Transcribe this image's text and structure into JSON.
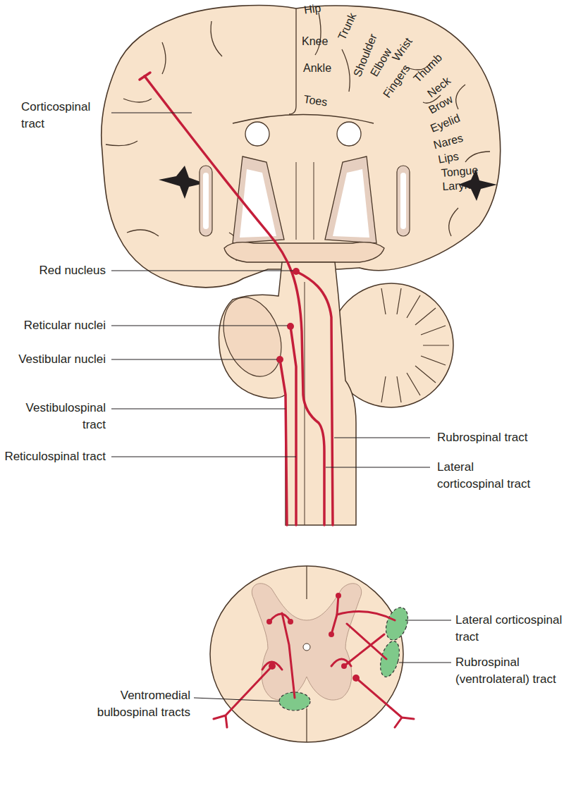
{
  "diagram": {
    "labels": [
      "Hip",
      "Trunk",
      "Shoulder",
      "Elbow",
      "Wrist",
      "Knee",
      "Ankle",
      "Toes",
      "Fingers",
      "Thumb",
      "Neck",
      "Brow",
      "Eyelid",
      "Nares",
      "Lips",
      "Tongue",
      "Larynx",
      "Corticospinal tract",
      "Red nucleus",
      "Reticular nuclei",
      "Vestibular nuclei",
      "Vestibulospinal tract",
      "Reticulospinal tract",
      "Rubrospinal tract",
      "Lateral corticospinal tract",
      "Lateral corticospinal tract",
      "Rubrospinal (ventrolateral) tract",
      "Ventromedial bulbospinal tracts"
    ]
  }
}
